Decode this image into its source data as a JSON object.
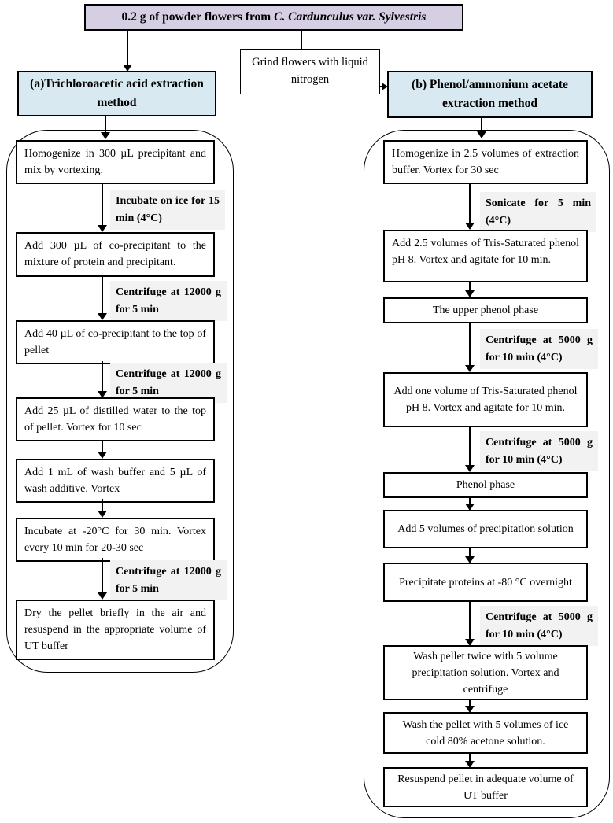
{
  "top_box": {
    "prefix": "0.2 g of powder flowers from ",
    "species": "C. Cardunculus var. Sylvestris"
  },
  "grind_box": {
    "text": "Grind flowers with liquid nitrogen"
  },
  "colors": {
    "top_box_purple": "#d6cee2",
    "method_header_blue": "#d8e9f1",
    "step_label_gray": "#f2f2f2",
    "line_black": "#000000"
  },
  "left": {
    "header": "(a)Trichloroacetic acid extraction method",
    "steps": [
      "Homogenize in 300 µL precipitant and mix by vortexing.",
      "Add 300 µL of co-precipitant to the mixture of protein and precipitant.",
      "Add 40 µL of co-precipitant to the top of pellet",
      "Add 25 µL of distilled water to the top of pellet. Vortex for 10 sec",
      "Add 1 mL of wash buffer and 5 µL of wash additive. Vortex",
      "Incubate at -20°C for 30 min. Vortex every 10 min for 20-30 sec",
      "Dry the pellet briefly in the air and resuspend in the appropriate volume of UT buffer"
    ],
    "labels": [
      "Incubate on ice for 15 min (4°C)",
      "Centrifuge at 12000 g for 5 min",
      "Centrifuge at 12000 g for 5 min",
      "Centrifuge at 12000 g for 5 min"
    ]
  },
  "right": {
    "header": "(b) Phenol/ammonium acetate extraction method",
    "steps": [
      "Homogenize in 2.5 volumes of extraction buffer. Vortex for 30 sec",
      "Add 2.5 volumes of Tris-Saturated phenol pH 8. Vortex and agitate for 10 min.",
      "The upper phenol phase",
      "Add one volume of Tris-Saturated phenol pH 8. Vortex and agitate for 10 min.",
      "Phenol phase",
      "Add 5 volumes of precipitation solution",
      "Precipitate proteins at -80 °C overnight",
      "Wash pellet twice with 5 volume precipitation solution. Vortex and centrifuge",
      "Wash the pellet with 5 volumes of ice cold 80% acetone solution.",
      "Resuspend pellet in adequate volume of UT buffer"
    ],
    "labels": [
      "Sonicate for 5 min (4°C)",
      "Centrifuge at 5000 g for 10 min (4°C)",
      "Centrifuge at 5000 g for 10 min (4°C)",
      "Centrifuge at 5000 g for 10 min (4°C)"
    ]
  }
}
